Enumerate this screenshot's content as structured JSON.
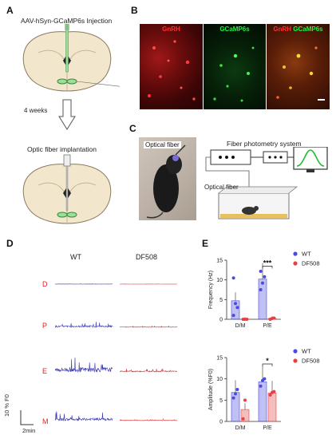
{
  "panels": {
    "a": "A",
    "b": "B",
    "c": "C",
    "d": "D",
    "e": "E"
  },
  "panel_a": {
    "injection_label": "AAV-hSyn-GCaMP6s Injection",
    "time_label": "4 weeks",
    "implant_label": "Optic fiber implantation"
  },
  "panel_b": {
    "title_gnrh": "GnRH",
    "title_gcamp": "GCaMP6s",
    "merge_part1": "GnRH",
    "merge_sep": "/",
    "merge_part2": "GCaMP6s",
    "colors": {
      "gnrh": "#ff2a2a",
      "gcamp": "#22dd44"
    }
  },
  "panel_c": {
    "photo_label": "Optical fiber",
    "system_label": "Fiber photometry system",
    "fiber_label": "Optical fiber"
  },
  "panel_d": {
    "col_wt": "WT",
    "col_df": "DF508",
    "rows": [
      "D",
      "P",
      "E",
      "M"
    ],
    "scale_y": "10 % F0",
    "scale_x": "2min",
    "colors": {
      "wt": "#3b3bb0",
      "df": "#e03030",
      "row_label": "#e02020"
    }
  },
  "chart_data": [
    {
      "type": "bar",
      "categories": [
        "D/M",
        "P/E"
      ],
      "series": [
        {
          "name": "WT",
          "values": [
            4.7,
            10.2
          ],
          "points": [
            [
              1,
              4,
              3,
              10.5
            ],
            [
              7.5,
              9.2,
              10.8,
              12.2
            ]
          ],
          "color": "#4a4ae0"
        },
        {
          "name": "DF508",
          "values": [
            0,
            0.2
          ],
          "points": [
            [
              0,
              0,
              0
            ],
            [
              0,
              0.2,
              0.3
            ]
          ],
          "color": "#e84040"
        }
      ],
      "ylabel": "Frequency (Hz)",
      "ylim": [
        0,
        15
      ],
      "yticks": [
        "0",
        "5",
        "10",
        "15"
      ],
      "significance": [
        {
          "category": "P/E",
          "label": "***"
        }
      ]
    },
    {
      "type": "bar",
      "categories": [
        "D/M",
        "P/E"
      ],
      "series": [
        {
          "name": "WT",
          "values": [
            6.8,
            9.3
          ],
          "points": [
            [
              5.5,
              6.5,
              7.5
            ],
            [
              8.3,
              9.6,
              10.0
            ]
          ],
          "color": "#4a4ae0"
        },
        {
          "name": "DF508",
          "values": [
            2.8,
            6.7
          ],
          "points": [
            [
              0.6,
              5.0
            ],
            [
              6.2,
              6.8,
              7.0
            ]
          ],
          "color": "#e84040"
        }
      ],
      "ylabel": "Amplitude (%F0)",
      "ylim": [
        0,
        15
      ],
      "yticks": [
        "0",
        "5",
        "10",
        "15"
      ],
      "significance": [
        {
          "category": "P/E",
          "label": "*"
        }
      ]
    }
  ]
}
